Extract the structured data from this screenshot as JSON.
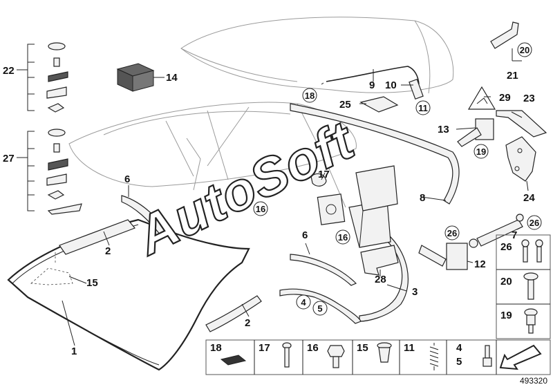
{
  "diagram": {
    "reference_number": "493320",
    "watermark": "AutoSoft",
    "callouts": {
      "c1": "1",
      "c2a": "2",
      "c2b": "2",
      "c3": "3",
      "c4a": "4",
      "c5a": "5",
      "c6a": "6",
      "c6b": "6",
      "c7": "7",
      "c8": "8",
      "c9": "9",
      "c10": "10",
      "c11": "11",
      "c12": "12",
      "c13": "13",
      "c14": "14",
      "c15": "15",
      "c16a": "16",
      "c16b": "16",
      "c17": "17",
      "c18": "18",
      "c19": "19",
      "c20": "20",
      "c21": "21",
      "c22": "22",
      "c23": "23",
      "c24": "24",
      "c25": "25",
      "c26a": "26",
      "c26b": "26",
      "c27": "27",
      "c28": "28",
      "c29": "29"
    },
    "legend_bottom": [
      "18",
      "17",
      "16",
      "15",
      "11",
      "4",
      "5"
    ],
    "legend_right": [
      "26",
      "20",
      "19"
    ]
  }
}
